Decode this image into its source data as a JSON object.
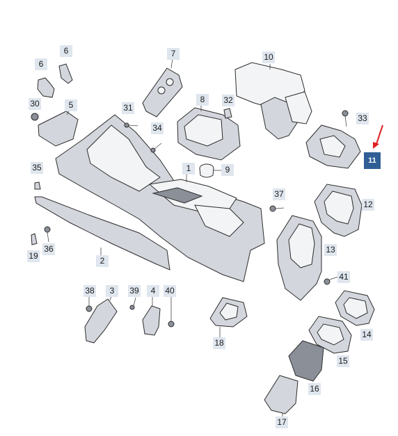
{
  "callouts": {
    "c1": "1",
    "c2": "2",
    "c3": "3",
    "c4": "4",
    "c5": "5",
    "c6a": "6",
    "c6b": "6",
    "c7": "7",
    "c8": "8",
    "c9": "9",
    "c10": "10",
    "c11": "11",
    "c12": "12",
    "c13": "13",
    "c14": "14",
    "c15": "15",
    "c16": "16",
    "c17": "17",
    "c18": "18",
    "c19": "19",
    "c30": "30",
    "c31": "31",
    "c32": "32",
    "c33": "33",
    "c34": "34",
    "c35": "35",
    "c36": "36",
    "c37": "37",
    "c38": "38",
    "c39": "39",
    "c40": "40",
    "c41": "41"
  },
  "colors": {
    "callout_bg": "#dfe6ee",
    "highlight_bg": "#2f5f95",
    "highlight_text": "#ffffff",
    "arrow": "#e02020"
  },
  "highlighted_part": "11"
}
